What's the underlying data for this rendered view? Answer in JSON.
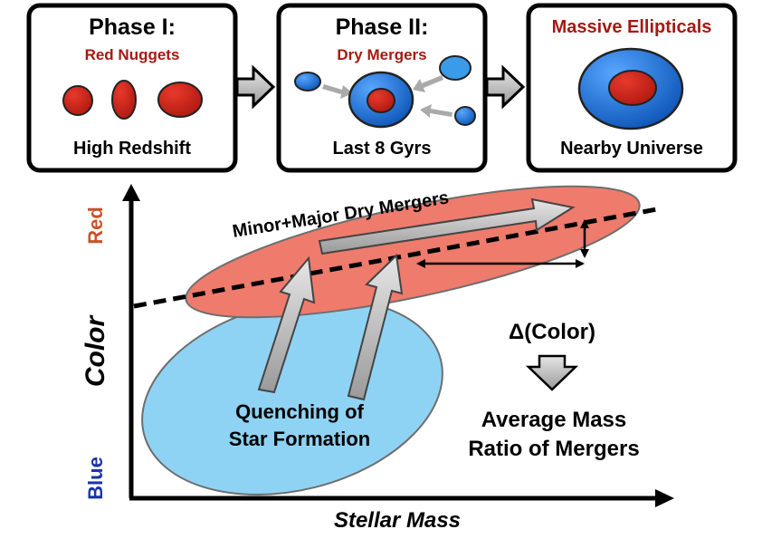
{
  "phases": [
    {
      "title": "Phase I:",
      "subtitle": "Red Nuggets",
      "caption": "High Redshift"
    },
    {
      "title": "Phase II:",
      "subtitle": "Dry Mergers",
      "caption": "Last 8 Gyrs"
    },
    {
      "title": "",
      "subtitle": "Massive Ellipticals",
      "caption": "Nearby Universe"
    }
  ],
  "axes": {
    "y_label": "Color",
    "y_top": "Red",
    "y_bottom": "Blue",
    "x_label": "Stellar Mass"
  },
  "annotations": {
    "mergers": "Minor+Major Dry Mergers",
    "delta_color": "Δ(Color)",
    "mass_ratio_line1": "Average Mass",
    "mass_ratio_line2": "Ratio of Mergers",
    "quenching_line1": "Quenching of",
    "quenching_line2": "Star Formation"
  },
  "colors": {
    "subtitle_red": "#a31b12",
    "nugget_red": "#d4261c",
    "blue_galaxy": "#1f74d6",
    "blue_cloud": "#8fd3f4",
    "red_sequence": "#ef7b6c",
    "arrow_gray": "#c9c9c9",
    "axis_red": "#c8522a",
    "axis_blue": "#1a33a8"
  }
}
